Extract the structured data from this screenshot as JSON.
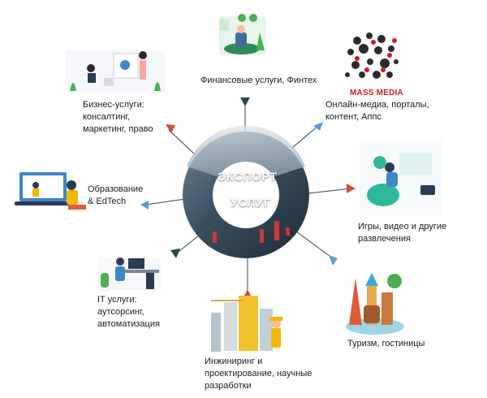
{
  "center": {
    "line1": "ЭКСПОРТ",
    "line2": "УСЛУГ"
  },
  "nodes": [
    {
      "id": "fintech",
      "label": "Финансовые услуги, Финтех",
      "icon": "finance-illustration-icon"
    },
    {
      "id": "media",
      "label": "Онлайн-медиа, порталы,\nконтент, Аппс",
      "icon": "mass-media-collage-icon",
      "brand": "MASS MEDIA"
    },
    {
      "id": "games",
      "label": "Игры, видео и другие\nразвлечения",
      "icon": "gaming-illustration-icon"
    },
    {
      "id": "tourism",
      "label": "Туризм, гостиницы",
      "icon": "tourism-landmarks-icon"
    },
    {
      "id": "engineering",
      "label": "Инжиниринг и\nпроектирование, научные\nразработки",
      "icon": "engineering-construction-icon"
    },
    {
      "id": "it",
      "label": "IT услуги:\nаутсорсинг,\nавтоматизация",
      "icon": "it-developer-icon"
    },
    {
      "id": "education",
      "label": "Образование\n& EdTech",
      "icon": "education-laptop-icon"
    },
    {
      "id": "business",
      "label": "Бизнес-услуги:\nконсалтинг,\nмаркетинг, право",
      "icon": "business-presentation-icon"
    }
  ],
  "colors": {
    "arrow_red": "#d84a3c",
    "arrow_blue": "#5b9ad6",
    "arrow_dark": "#2e4552",
    "ring_dark": "#3a4f5e",
    "ring_light": "#c9d3da"
  }
}
